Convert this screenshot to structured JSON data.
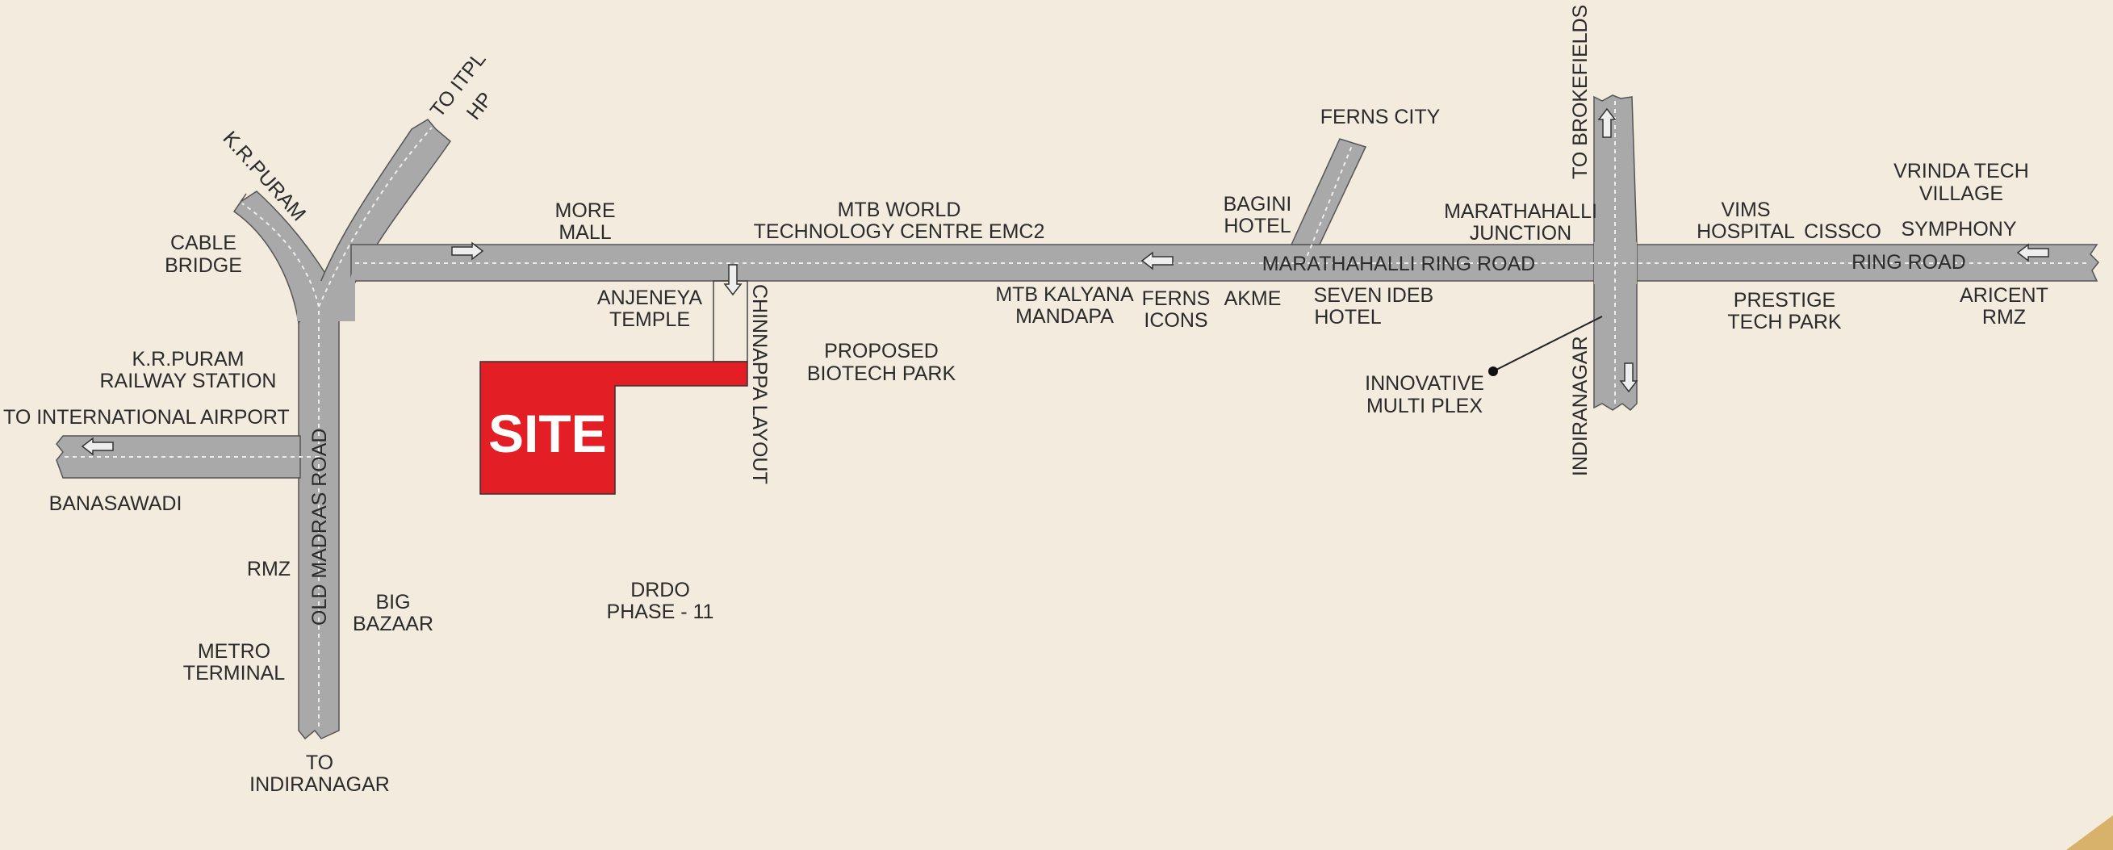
{
  "site": {
    "label": "SITE",
    "color": "#e31e24"
  },
  "colors": {
    "background": "#f3ebde",
    "road": "#a9a9a9",
    "road_edge": "#555555",
    "text": "#2b2b2b",
    "corner_accent": "#d8b26a"
  },
  "roads": {
    "marathahalli": "MARATHAHALLI RING ROAD",
    "ring": "RING ROAD",
    "old_madras": "OLD MADRAS ROAD",
    "chinnappa": "CHINNAPPA LAYOUT",
    "indiranagar": "INDIRANAGAR",
    "to_brokefields": "TO BROKEFIELDS",
    "kr_puram": "K.R.PURAM",
    "to_itpl": [
      "TO ITPL",
      "HP"
    ]
  },
  "labels": {
    "cable_bridge": [
      "CABLE",
      "BRIDGE"
    ],
    "more_mall": [
      "MORE",
      "MALL"
    ],
    "mtb_world": [
      "MTB WORLD",
      "TECHNOLOGY CENTRE EMC2"
    ],
    "anjaneya_temple": [
      "ANJENEYA",
      "TEMPLE"
    ],
    "proposed_biotech": [
      "PROPOSED",
      "BIOTECH PARK"
    ],
    "kr_puram_station": [
      "K.R.PURAM",
      "RAILWAY STATION"
    ],
    "to_airport": "TO INTERNATIONAL AIRPORT",
    "banasawadi": "BANASAWADI",
    "rmz_left": "RMZ",
    "big_bazaar": [
      "BIG",
      "BAZAAR"
    ],
    "metro_terminal": [
      "METRO",
      "TERMINAL"
    ],
    "to_indiranagar": [
      "TO",
      "INDIRANAGAR"
    ],
    "drdo": [
      "DRDO",
      "PHASE - 11"
    ],
    "mtb_kalyana": [
      "MTB KALYANA",
      "MANDAPA"
    ],
    "ferns_icons": [
      "FERNS",
      "ICONS"
    ],
    "akme": "AKME",
    "seven_hotel": [
      "SEVEN",
      "HOTEL"
    ],
    "ideb": "IDEB",
    "bagini_hotel": [
      "BAGINI",
      "HOTEL"
    ],
    "ferns_city": "FERNS CITY",
    "marathahalli_junction": [
      "MARATHAHALLI",
      "JUNCTION"
    ],
    "innovative_multiplex": [
      "INNOVATIVE",
      "MULTI PLEX"
    ],
    "vims_hospital": [
      "VIMS",
      "HOSPITAL"
    ],
    "cissco": "CISSCO",
    "vrinda": [
      "VRINDA TECH",
      "VILLAGE"
    ],
    "symphony": "SYMPHONY",
    "prestige": [
      "PRESTIGE",
      "TECH PARK"
    ],
    "aricent": [
      "ARICENT",
      "RMZ"
    ]
  },
  "icons": [
    "direction-arrow-icon",
    "location-dot-icon",
    "road-end-break-icon"
  ]
}
